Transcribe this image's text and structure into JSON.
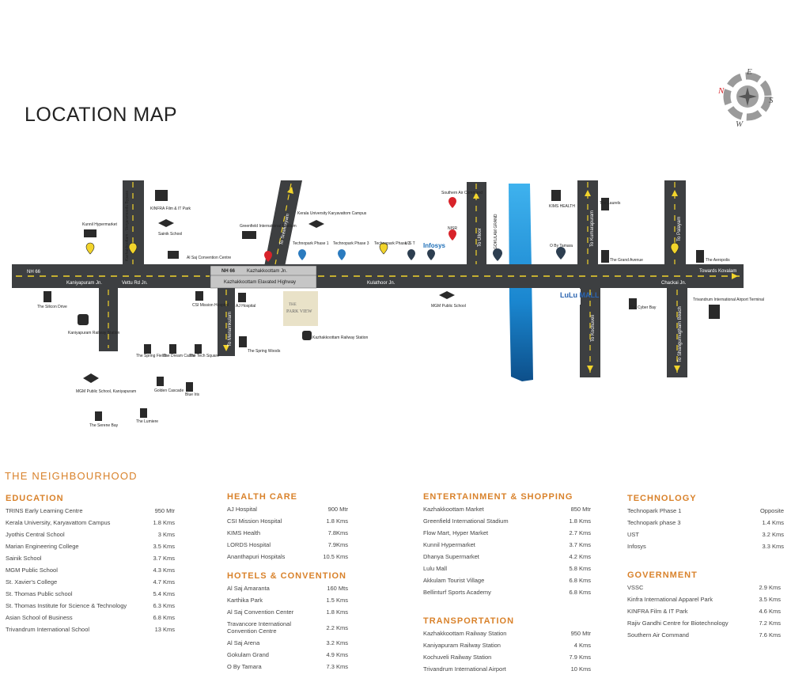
{
  "title": "LOCATION MAP",
  "colors": {
    "accent": "#d9822b",
    "road": "#3d3f41",
    "marker_yellow": "#f2d42b",
    "marker_blue": "#2b7bbf",
    "marker_red": "#d8232a",
    "water": "#1c8fd6"
  },
  "compass": {
    "n": "N",
    "e": "E",
    "s": "S",
    "w": "W"
  },
  "map": {
    "roads": {
      "nh66_left": "NH 66",
      "nh66_center": "NH 66",
      "kazhakkoottam_jn": "Kazhakkoottam Jn.",
      "elevated": "Kazhakkoottam Elavated Highway",
      "kaniyapuram_jn": "Kaniyapuram Jn.",
      "vettu_rd_jn": "Vettu Rd Jn.",
      "kulathoor_jn": "Kulathoor Jn.",
      "chackai_jn": "Chackai Jn.",
      "towards_kovalam": "Towards Kovalam",
      "to_sreekaryam": "To Sreekaryam",
      "to_menamkulam": "To Menamkulam",
      "to_ulloor": "To Ulloor",
      "to_kumarapuram": "To Kumarapuram",
      "to_kochuveli": "To Kochuveli",
      "to_palayam": "To Palayam",
      "to_shangumugham": "To Shangumugham Beach",
      "bypass": "Kazhakkoottam - Venjaramoodu Bypass"
    },
    "places": {
      "kunnil": "Kunnil Hypermarket",
      "kinfra": "KINFRA Film & IT Park",
      "sainik": "Sainik School",
      "alsaj": "Al Saj Convention Centre",
      "greenfield": "Greenfield International Stadium",
      "kerala_univ": "Kerala University Karyavattom Campus",
      "tp1": "Technopark Phase 1",
      "tp3": "Technopark Phase 3",
      "tp2": "Technopark Phase 2",
      "ust": "U S T",
      "infosys": "Infosys",
      "southern_air": "Southern Air Command",
      "nisr": "NISR",
      "gokulam": "GOKULAM GRAND",
      "kims": "KIMS HEALTH",
      "obytamara": "O By Tamara",
      "laurels": "The Laurels",
      "grand_avenue": "The Grand Avenue",
      "aeropolis": "The Aeropolis",
      "silicon_drive": "The Silicon Drive",
      "kaniyapuram_rly": "Kaniyapuram Railway Station",
      "csi": "CSI Mission Hospital",
      "aj": "AJ Hospital",
      "spring_woods": "The Spring Woods",
      "parkview_a": "THE",
      "parkview_b": "PARK VIEW",
      "kzk_rly": "Kazhakkoottam Railway Station",
      "mgm": "MGM Public School",
      "lulu": "LuLu MALL",
      "cyber_bay": "The Cyber Bay",
      "airport": "Trivandrum International Airport Terminal",
      "spring_fields": "The Spring Fields",
      "dream_castle": "The Dream Castle",
      "tech_square": "The Tech Square",
      "golden_cascade": "Golden Cascade",
      "blue_iris": "Blue Iris",
      "mgm_kaniyapuram": "MGM Public School, Kaniyapuram",
      "serene_bay": "The Serene Bay",
      "lumiere": "The Lumiere"
    }
  },
  "neighbourhood_title": "THE NEIGHBOURHOOD",
  "sections": {
    "education": {
      "title": "EDUCATION",
      "items": [
        {
          "name": "TRINS Early Learning Centre",
          "value": "950 Mtr"
        },
        {
          "name": "Kerala University, Karyavattom Campus",
          "value": "1.8 Kms"
        },
        {
          "name": "Jyothis Central School",
          "value": "3 Kms"
        },
        {
          "name": "Marian Engineering College",
          "value": "3.5 Kms"
        },
        {
          "name": "Sainik School",
          "value": "3.7 Kms"
        },
        {
          "name": "MGM Public School",
          "value": "4.3 Kms"
        },
        {
          "name": "St. Xavier's College",
          "value": "4.7 Kms"
        },
        {
          "name": "St. Thomas Public school",
          "value": "5.4 Kms"
        },
        {
          "name": "St. Thomas Institute for Science & Technology",
          "value": "6.3 Kms"
        },
        {
          "name": "Asian School of Business",
          "value": "6.8 Kms"
        },
        {
          "name": "Trivandrum International School",
          "value": "13 Kms"
        }
      ]
    },
    "health": {
      "title": "HEALTH CARE",
      "items": [
        {
          "name": "AJ Hospital",
          "value": "900 Mtr"
        },
        {
          "name": "CSI Mission Hospital",
          "value": "1.8 Kms"
        },
        {
          "name": "KIMS Health",
          "value": "7.8Kms"
        },
        {
          "name": "LORDS Hospital",
          "value": "7.9Kms"
        },
        {
          "name": "Ananthapuri Hospitals",
          "value": "10.5 Kms"
        }
      ]
    },
    "hotels": {
      "title": "HOTELS & CONVENTION",
      "items": [
        {
          "name": "Al Saj Amaranta",
          "value": "160 Mts"
        },
        {
          "name": "Karthika Park",
          "value": "1.5 Kms"
        },
        {
          "name": "Al Saj Convention Center",
          "value": "1.8 Kms"
        },
        {
          "name": "Travancore International Convention Centre",
          "value": "2.2 Kms"
        },
        {
          "name": "Al Saj Arena",
          "value": "3.2 Kms"
        },
        {
          "name": "Gokulam Grand",
          "value": "4.9 Kms"
        },
        {
          "name": "O By Tamara",
          "value": "7.3 Kms"
        }
      ]
    },
    "entertainment": {
      "title": "ENTERTAINMENT & SHOPPING",
      "items": [
        {
          "name": "Kazhakkoottam Market",
          "value": "850 Mtr"
        },
        {
          "name": "Greenfield International Stadium",
          "value": "1.8 Kms"
        },
        {
          "name": "Flow Mart, Hyper Market",
          "value": "2.7 Kms"
        },
        {
          "name": "Kunnil Hypermarket",
          "value": "3.7 Kms"
        },
        {
          "name": "Dhanya Supermarket",
          "value": "4.2 Kms"
        },
        {
          "name": "Lulu Mall",
          "value": "5.8 Kms"
        },
        {
          "name": "Akkulam Tourist Village",
          "value": "6.8 Kms"
        },
        {
          "name": "Bellinturf Sports Academy",
          "value": "6.8 Kms"
        }
      ]
    },
    "transportation": {
      "title": "TRANSPORTATION",
      "items": [
        {
          "name": "Kazhakkoottam Railway Station",
          "value": "950 Mtr"
        },
        {
          "name": "Kaniyapuram Railway Station",
          "value": "4 Kms"
        },
        {
          "name": "Kochuveli Railway Station",
          "value": "7.9 Kms"
        },
        {
          "name": "Trivandrum International Airport",
          "value": "10 Kms"
        }
      ]
    },
    "technology": {
      "title": "TECHNOLOGY",
      "items": [
        {
          "name": "Technopark Phase 1",
          "value": "Opposite"
        },
        {
          "name": "Technopark phase 3",
          "value": "1.4 Kms"
        },
        {
          "name": "UST",
          "value": "3.2 Kms"
        },
        {
          "name": "Infosys",
          "value": "3.3 Kms"
        }
      ]
    },
    "government": {
      "title": "GOVERNMENT",
      "items": [
        {
          "name": "VSSC",
          "value": "2.9 Kms"
        },
        {
          "name": "Kinfra International Apparel Park",
          "value": "3.5 Kms"
        },
        {
          "name": "KINFRA Film & IT Park",
          "value": "4.6 Kms"
        },
        {
          "name": "Rajiv Gandhi Centre for Biotechnology",
          "value": "7.2 Kms"
        },
        {
          "name": "Southern Air Command",
          "value": "7.6 Kms"
        }
      ]
    }
  }
}
